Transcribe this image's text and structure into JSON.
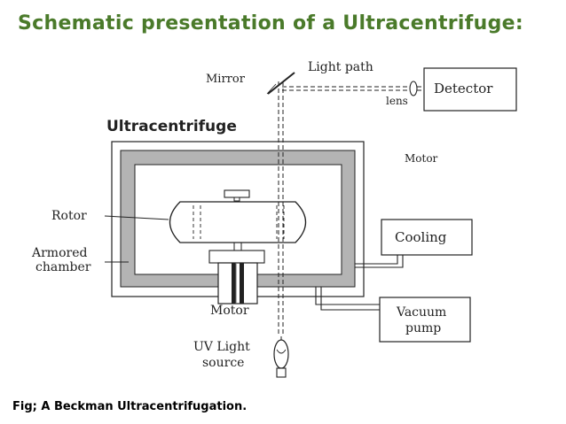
{
  "slide": {
    "title": "Schematic presentation of a Ultracentrifuge:",
    "caption": "Fig; A Beckman Ultracentrifugation."
  },
  "diagram": {
    "heading": "Ultracentrifuge",
    "labels": {
      "mirror": "Mirror",
      "light_path": "Light path",
      "detector": "Detector",
      "lens": "lens",
      "motor_right": "Motor",
      "rotor": "Rotor",
      "armored_line1": "Armored",
      "armored_line2": "chamber",
      "cooling": "Cooling",
      "motor_bottom": "Motor",
      "vacuum_line1": "Vacuum",
      "vacuum_line2": "pump",
      "uv_line1": "UV Light",
      "uv_line2": "source"
    }
  },
  "colors": {
    "title": "#4a7a2a",
    "chamber_fill": "#b4b4b4",
    "line": "#222222"
  }
}
